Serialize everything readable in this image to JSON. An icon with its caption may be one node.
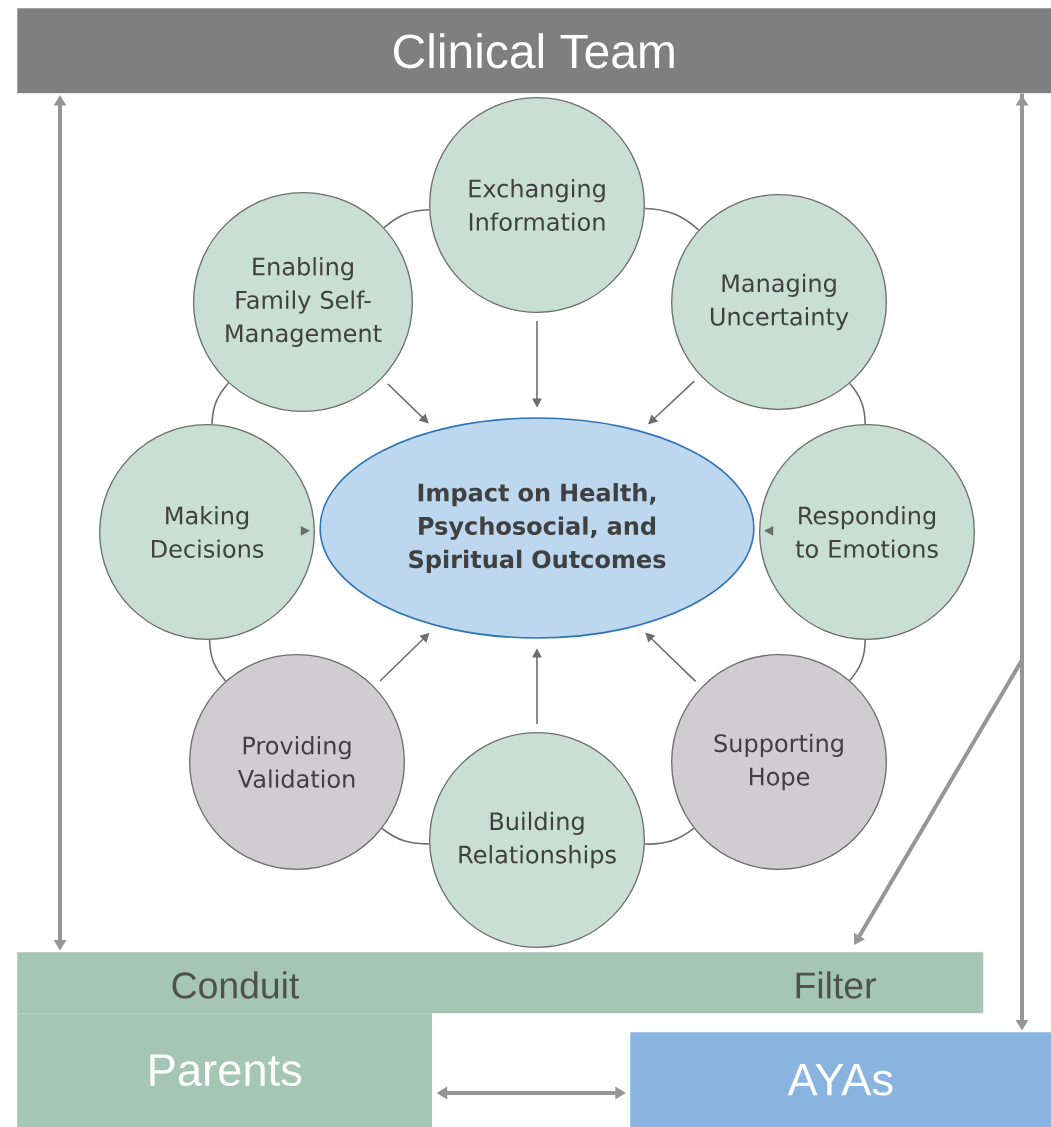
{
  "diagram": {
    "nodes": [
      {
        "text": [
          "Clinical Team"
        ]
      },
      {
        "text": [
          "Impact on Health, Psychosocial, and Spiritual Outcomes"
        ]
      },
      {
        "text": [
          "Exchanging Information"
        ]
      },
      {
        "text": [
          "Managing Uncertainty"
        ]
      },
      {
        "text": [
          "Responding to Emotions"
        ]
      },
      {
        "text": [
          "Supporting Hope"
        ]
      },
      {
        "text": [
          "Building Relationships"
        ]
      },
      {
        "text": [
          "Providing Validation"
        ]
      },
      {
        "text": [
          "Making Decisions"
        ]
      },
      {
        "text": [
          "Enabling Family Self-Management"
        ]
      },
      {
        "text": [
          "Conduit",
          "Filter"
        ]
      },
      {
        "text": [
          "Parents"
        ]
      },
      {
        "text": [
          "AYAs"
        ]
      }
    ],
    "edges": [
      {
        "from": 2,
        "to": 1,
        "arrow": "to"
      },
      {
        "from": 3,
        "to": 1,
        "arrow": "to"
      },
      {
        "from": 4,
        "to": 1,
        "arrow": "to"
      },
      {
        "from": 5,
        "to": 1,
        "arrow": "to"
      },
      {
        "from": 6,
        "to": 1,
        "arrow": "to"
      },
      {
        "from": 7,
        "to": 1,
        "arrow": "to"
      },
      {
        "from": 8,
        "to": 1,
        "arrow": "to"
      },
      {
        "from": 9,
        "to": 1,
        "arrow": "to"
      },
      {
        "from": 2,
        "to": 3,
        "arrow": "none"
      },
      {
        "from": 3,
        "to": 4,
        "arrow": "none"
      },
      {
        "from": 4,
        "to": 5,
        "arrow": "none"
      },
      {
        "from": 5,
        "to": 6,
        "arrow": "none"
      },
      {
        "from": 6,
        "to": 7,
        "arrow": "none"
      },
      {
        "from": 7,
        "to": 8,
        "arrow": "none"
      },
      {
        "from": 8,
        "to": 9,
        "arrow": "none"
      },
      {
        "from": 9,
        "to": 2,
        "arrow": "none"
      },
      {
        "from": 0,
        "to": 10,
        "arrow": "both",
        "style": "thick"
      },
      {
        "from": 0,
        "to": 12,
        "arrow": "both",
        "style": "thick"
      },
      {
        "from": 0,
        "to": 10,
        "arrow": "to",
        "style": "thick"
      },
      {
        "from": 11,
        "to": 12,
        "arrow": "both",
        "style": "thick"
      }
    ]
  }
}
